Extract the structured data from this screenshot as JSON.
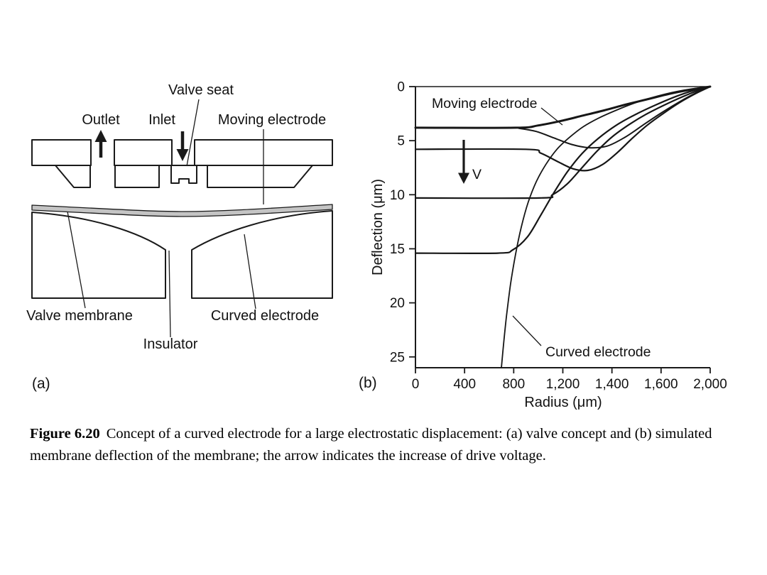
{
  "page": {
    "background": "#ffffff",
    "ink": "#1a1a1a"
  },
  "panel_a": {
    "tag": "(a)",
    "labels": {
      "valve_seat": "Valve seat",
      "outlet": "Outlet",
      "inlet": "Inlet",
      "moving_electrode": "Moving electrode",
      "valve_membrane": "Valve membrane",
      "curved_electrode": "Curved electrode",
      "insulator": "Insulator"
    }
  },
  "panel_b": {
    "tag": "(b)"
  },
  "chart_data": {
    "type": "line",
    "title": "",
    "xlabel": "Radius (μm)",
    "ylabel": "Deflection (μm)",
    "xlim": [
      0,
      2000
    ],
    "ylim": [
      0,
      26
    ],
    "y_axis_inverted": true,
    "grid": false,
    "x_tick_labels": [
      "0",
      "400",
      "800",
      "1,200",
      "1,400",
      "1,600",
      "2,000"
    ],
    "y_tick_labels": [
      "0",
      "5",
      "10",
      "15",
      "20",
      "25"
    ],
    "y_tick_values": [
      0,
      5,
      10,
      15,
      20,
      25
    ],
    "annotations": [
      {
        "text": "Moving electrode"
      },
      {
        "text": "V"
      },
      {
        "text": "Curved electrode"
      }
    ],
    "series": [
      {
        "name": "curved-electrode",
        "w": 1.8,
        "points": [
          [
            583,
            26
          ],
          [
            598,
            23.8
          ],
          [
            618,
            21.2
          ],
          [
            645,
            18.3
          ],
          [
            678,
            15.6
          ],
          [
            718,
            13
          ],
          [
            765,
            10.7
          ],
          [
            820,
            8.8
          ],
          [
            885,
            7.2
          ],
          [
            960,
            5.8
          ],
          [
            1045,
            4.7
          ],
          [
            1140,
            3.7
          ],
          [
            1245,
            2.9
          ],
          [
            1360,
            2.2
          ],
          [
            1480,
            1.55
          ],
          [
            1610,
            1.0
          ],
          [
            1740,
            0.55
          ],
          [
            1870,
            0.22
          ],
          [
            2000,
            0
          ]
        ]
      },
      {
        "name": "membrane-v4",
        "w": 2.2,
        "points": [
          [
            0,
            15.4
          ],
          [
            560,
            15.4
          ],
          [
            660,
            15.1
          ],
          [
            760,
            13.9
          ],
          [
            850,
            11.9
          ],
          [
            940,
            9.8
          ],
          [
            1030,
            7.9
          ],
          [
            1130,
            6.2
          ],
          [
            1240,
            4.8
          ],
          [
            1360,
            3.6
          ],
          [
            1490,
            2.6
          ],
          [
            1630,
            1.7
          ],
          [
            1770,
            0.9
          ],
          [
            1890,
            0.35
          ],
          [
            2000,
            0
          ]
        ]
      },
      {
        "name": "membrane-v3",
        "w": 2.2,
        "points": [
          [
            0,
            10.3
          ],
          [
            840,
            10.3
          ],
          [
            930,
            10.0
          ],
          [
            1030,
            9.0
          ],
          [
            1130,
            7.5
          ],
          [
            1230,
            6.0
          ],
          [
            1330,
            4.7
          ],
          [
            1440,
            3.6
          ],
          [
            1560,
            2.6
          ],
          [
            1690,
            1.7
          ],
          [
            1810,
            0.95
          ],
          [
            1910,
            0.4
          ],
          [
            2000,
            0
          ]
        ]
      },
      {
        "name": "membrane-v2",
        "w": 2.2,
        "points": [
          [
            0,
            5.8
          ],
          [
            750,
            5.8
          ],
          [
            850,
            6.15
          ],
          [
            960,
            6.9
          ],
          [
            1070,
            7.6
          ],
          [
            1170,
            7.75
          ],
          [
            1270,
            7.2
          ],
          [
            1370,
            6.1
          ],
          [
            1470,
            4.8
          ],
          [
            1570,
            3.6
          ],
          [
            1680,
            2.5
          ],
          [
            1790,
            1.5
          ],
          [
            1900,
            0.65
          ],
          [
            2000,
            0
          ]
        ]
      },
      {
        "name": "membrane-v1-dip",
        "w": 2.0,
        "points": [
          [
            700,
            3.85
          ],
          [
            820,
            4.15
          ],
          [
            940,
            4.75
          ],
          [
            1060,
            5.35
          ],
          [
            1180,
            5.65
          ],
          [
            1300,
            5.5
          ],
          [
            1420,
            4.7
          ],
          [
            1540,
            3.6
          ],
          [
            1660,
            2.5
          ],
          [
            1780,
            1.5
          ],
          [
            1900,
            0.6
          ],
          [
            2000,
            0
          ]
        ]
      },
      {
        "name": "moving-electrode",
        "w": 3.0,
        "points": [
          [
            0,
            3.8
          ],
          [
            680,
            3.8
          ],
          [
            830,
            3.6
          ],
          [
            980,
            3.2
          ],
          [
            1130,
            2.7
          ],
          [
            1280,
            2.2
          ],
          [
            1430,
            1.65
          ],
          [
            1580,
            1.15
          ],
          [
            1730,
            0.65
          ],
          [
            1870,
            0.28
          ],
          [
            2000,
            0
          ]
        ]
      }
    ]
  },
  "caption": {
    "label": "Figure 6.20",
    "text": "Concept of a curved electrode for a large electrostatic displacement: (a) valve concept and (b) simulated membrane deflection of the membrane; the arrow indicates the increase of drive voltage."
  }
}
